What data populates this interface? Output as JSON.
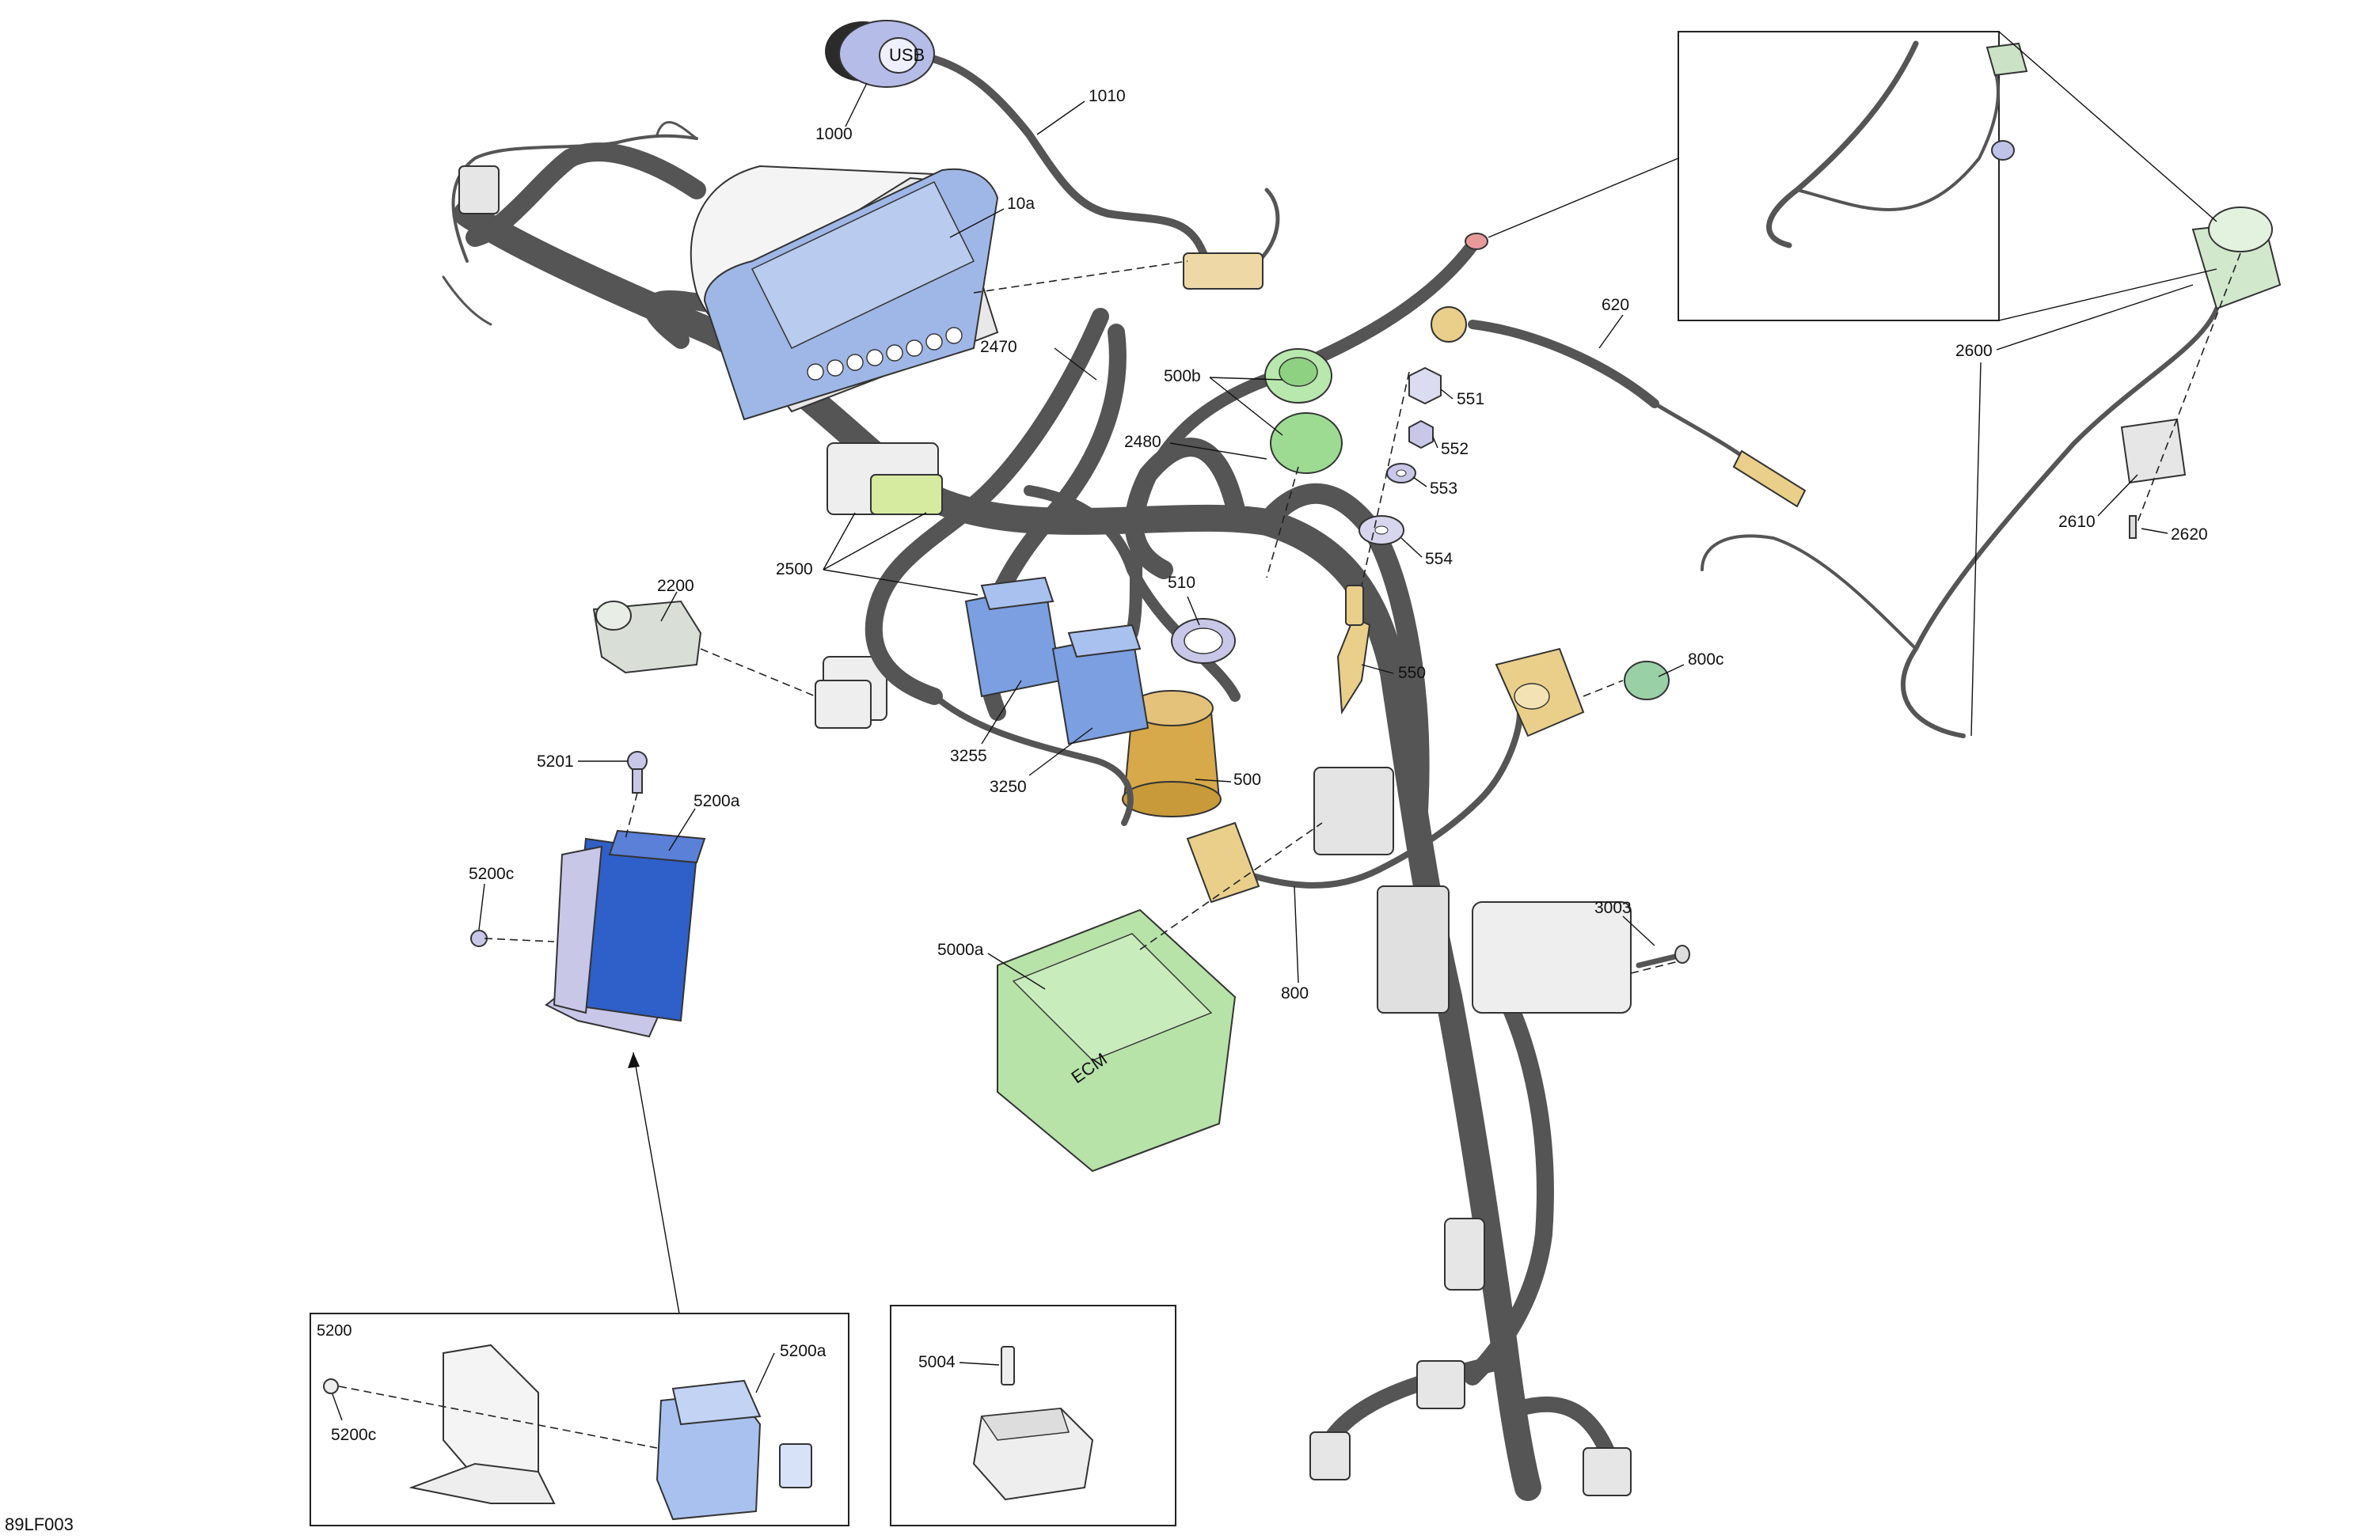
{
  "figure_ref": "89LF003",
  "colors": {
    "blue_part": "#9fb7e6",
    "dark_blue_part": "#2f5fc8",
    "green_part": "#bfe3b5",
    "yellow_part": "#e9cf8a",
    "red_wire": "#e89a9a",
    "brown_cover": "#8a5a1c",
    "lavender_part": "#c9c7e8",
    "harness_white": "#f4f4f4"
  },
  "parts": [
    {
      "id": "p1000",
      "label": "1000"
    },
    {
      "id": "p1010",
      "label": "1010"
    },
    {
      "id": "p10a",
      "label": "10a"
    },
    {
      "id": "p2470",
      "label": "2470"
    },
    {
      "id": "p500b",
      "label": "500b"
    },
    {
      "id": "p2480",
      "label": "2480"
    },
    {
      "id": "p2500",
      "label": "2500"
    },
    {
      "id": "p2200",
      "label": "2200"
    },
    {
      "id": "p510",
      "label": "510"
    },
    {
      "id": "p550",
      "label": "550"
    },
    {
      "id": "p551",
      "label": "551"
    },
    {
      "id": "p552",
      "label": "552"
    },
    {
      "id": "p553",
      "label": "553"
    },
    {
      "id": "p554",
      "label": "554"
    },
    {
      "id": "p620",
      "label": "620"
    },
    {
      "id": "p800c",
      "label": "800c"
    },
    {
      "id": "p2600",
      "label": "2600"
    },
    {
      "id": "p2610",
      "label": "2610"
    },
    {
      "id": "p2620",
      "label": "2620"
    },
    {
      "id": "p3255",
      "label": "3255"
    },
    {
      "id": "p3250",
      "label": "3250"
    },
    {
      "id": "p500",
      "label": "500"
    },
    {
      "id": "p5201",
      "label": "5201"
    },
    {
      "id": "p5200a",
      "label": "5200a"
    },
    {
      "id": "p5200c",
      "label": "5200c"
    },
    {
      "id": "p5000a",
      "label": "5000a"
    },
    {
      "id": "p800",
      "label": "800"
    },
    {
      "id": "p3003",
      "label": "3003"
    }
  ],
  "insets": {
    "bracket": {
      "title": "5200",
      "parts": [
        {
          "id": "i5200a",
          "label": "5200a"
        },
        {
          "id": "i5200c",
          "label": "5200c"
        }
      ]
    },
    "relay": {
      "parts": [
        {
          "id": "i5004",
          "label": "5004"
        }
      ]
    }
  },
  "stamps": {
    "usb_text": "USB",
    "ecm_text": "ECM"
  }
}
